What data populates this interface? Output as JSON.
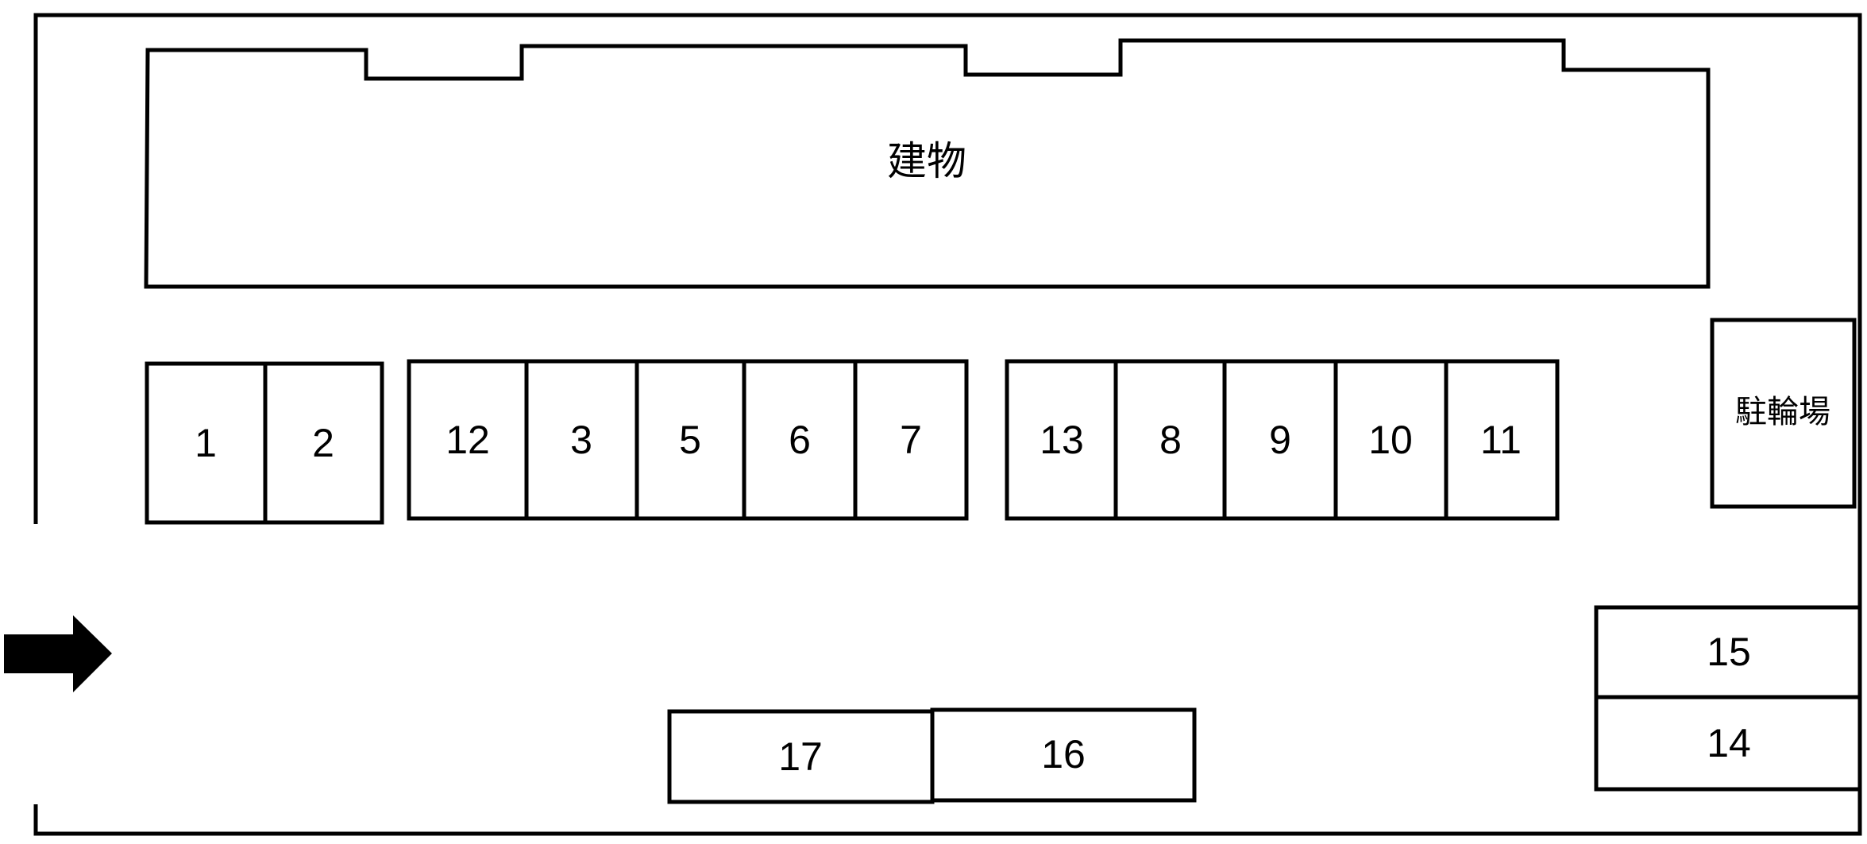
{
  "colors": {
    "line": "#000000",
    "background": "#ffffff"
  },
  "building": {
    "label": "建物"
  },
  "bike_parking": {
    "label": "駐輪場"
  },
  "entrance": {
    "icon": "arrow-right-icon"
  },
  "parking_spaces": [
    {
      "id": "1",
      "label": "1"
    },
    {
      "id": "2",
      "label": "2"
    },
    {
      "id": "12",
      "label": "12"
    },
    {
      "id": "3",
      "label": "3"
    },
    {
      "id": "5",
      "label": "5"
    },
    {
      "id": "6",
      "label": "6"
    },
    {
      "id": "7",
      "label": "7"
    },
    {
      "id": "13",
      "label": "13"
    },
    {
      "id": "8",
      "label": "8"
    },
    {
      "id": "9",
      "label": "9"
    },
    {
      "id": "10",
      "label": "10"
    },
    {
      "id": "11",
      "label": "11"
    },
    {
      "id": "15",
      "label": "15"
    },
    {
      "id": "14",
      "label": "14"
    },
    {
      "id": "17",
      "label": "17"
    },
    {
      "id": "16",
      "label": "16"
    }
  ]
}
